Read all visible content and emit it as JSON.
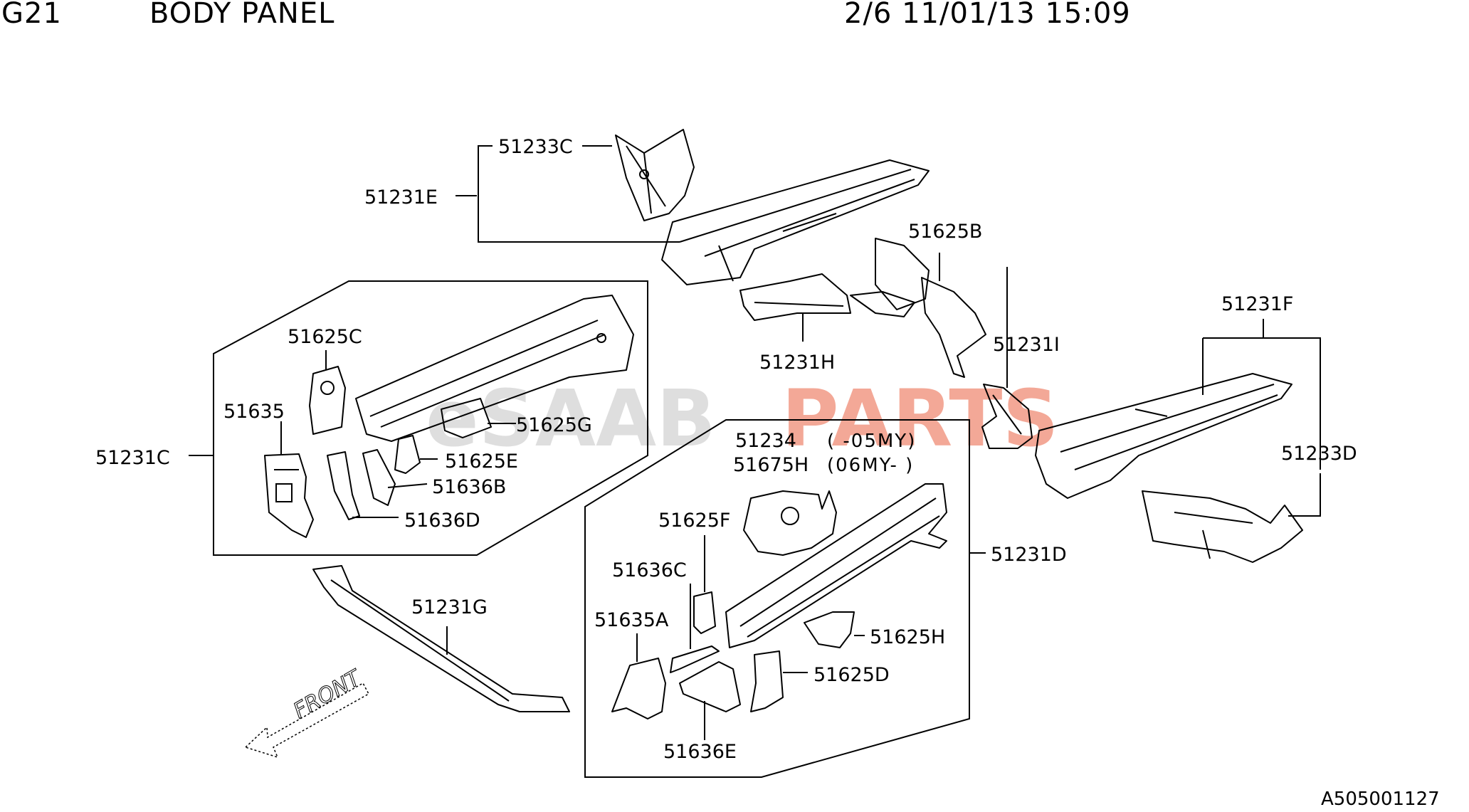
{
  "header": {
    "group_code": "G21",
    "group_title": "BODY PANEL",
    "page_info": "2/6 11/01/13 15:09"
  },
  "watermark": {
    "part1": "eSAAB",
    "part2": "PARTS",
    "color1": "#d9d9d9",
    "color2": "#f29a86"
  },
  "front_label": "FRONT",
  "diagram_id": "A505001127",
  "callouts": {
    "p51233C": "51233C",
    "p51231E": "51231E",
    "p51625B": "51625B",
    "p51231H": "51231H",
    "p51231F": "51231F",
    "p51231I": "51231I",
    "p51233D": "51233D",
    "p51625C": "51625C",
    "p51635": "51635",
    "p51231C": "51231C",
    "p51625G": "51625G",
    "p51625E": "51625E",
    "p51636B": "51636B",
    "p51636D": "51636D",
    "p51234": "51234",
    "p51675H": "51675H",
    "p51625F": "51625F",
    "p51231D": "51231D",
    "p51636C": "51636C",
    "p51635A": "51635A",
    "p51625H": "51625H",
    "p51625D": "51625D",
    "p51636E": "51636E",
    "p51231G": "51231G"
  },
  "notes": {
    "upto_05my": "(   -05MY)",
    "from_06my": "(06MY-   )"
  }
}
